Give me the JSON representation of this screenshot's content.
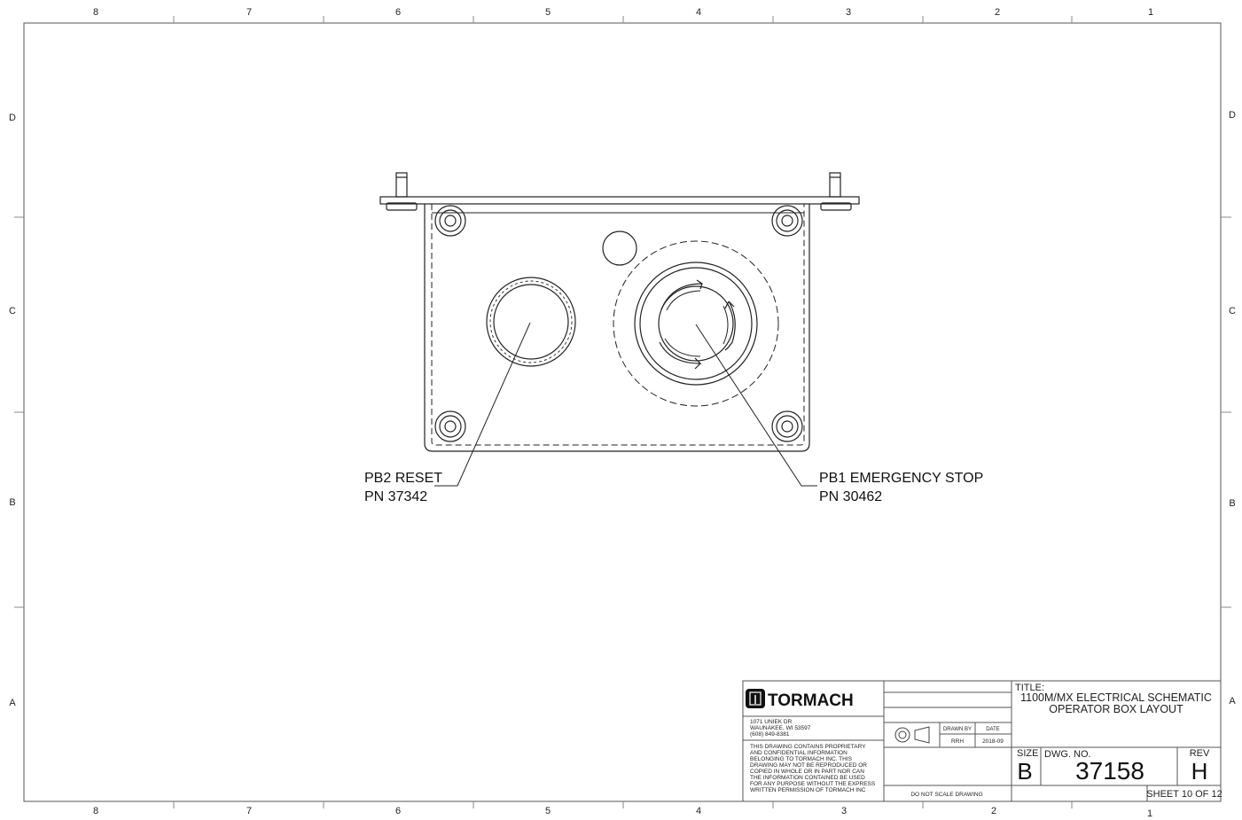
{
  "zones": {
    "columns": [
      "8",
      "7",
      "6",
      "5",
      "4",
      "3",
      "2",
      "1"
    ],
    "rows": [
      "D",
      "C",
      "B",
      "A"
    ]
  },
  "callouts": {
    "reset": {
      "label": "PB2 RESET",
      "pn": "PN 37342"
    },
    "estop": {
      "label": "PB1 EMERGENCY STOP",
      "pn": "PN 30462"
    }
  },
  "title_block": {
    "company": "TORMACH",
    "address_line1": "1071 UNIEK DR",
    "address_line2": "WAUNAKEE, WI 53597",
    "phone": "(608) 849-8381",
    "notice_lines": [
      "THIS DRAWING CONTAINS PROPRIETARY",
      "AND CONFIDENTIAL INFORMATION",
      "BELONGING TO TORMACH INC. THIS",
      "DRAWING MAY NOT BE REPRODUCED OR",
      "COPIED IN WHOLE OR IN PART NOR CAN",
      "THE INFORMATION CONTAINED BE USED",
      "FOR ANY PURPOSE WITHOUT THE EXPRESS",
      "WRITTEN PERMISSION OF TORMACH INC"
    ],
    "drawn_by_label": "DRAWN BY",
    "date_label": "DATE",
    "drawn_by": "RRH",
    "date": "2018-09",
    "do_not_scale": "DO NOT SCALE DRAWING",
    "title_label": "TITLE:",
    "title_line1": "1100M/MX ELECTRICAL SCHEMATIC",
    "title_line2": "OPERATOR BOX LAYOUT",
    "size_label": "SIZE",
    "size": "B",
    "dwg_no_label": "DWG.  NO.",
    "dwg_no": "37158",
    "rev_label": "REV",
    "rev": "H",
    "sheet": "SHEET 10 OF 12"
  }
}
